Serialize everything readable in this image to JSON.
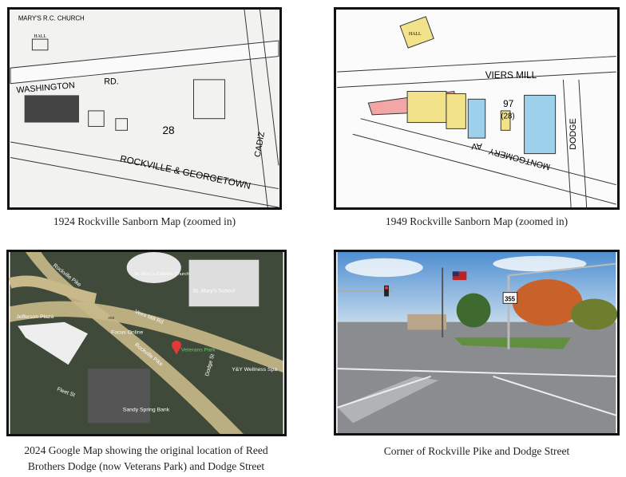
{
  "figures": [
    {
      "caption": "1924 Rockville Sanborn Map (zoomed in)",
      "labels": {
        "church": "MARY'S R.C. CHURCH",
        "road1": "WASHINGTON",
        "road1b": "RD.",
        "road2": "ROCKVILLE & GEORGETOWN",
        "cross": "CADIZ",
        "block": "28",
        "hall": "HALL"
      }
    },
    {
      "caption": "1949 Rockville Sanborn Map (zoomed in)",
      "labels": {
        "road1": "VIERS MILL",
        "road2": "MONTGOMERY",
        "road2b": "AV",
        "cross": "DODGE",
        "num1": "97",
        "num2": "(28)",
        "hall": "HALL"
      }
    },
    {
      "caption_line1": "2024 Google Map showing the original location of Reed",
      "caption_line2": "Brothers Dodge (now Veterans Park) and Dodge Street",
      "labels": {
        "pike1": "Rockville Pike",
        "pike2": "Rockville Pike",
        "veirs": "Veirs Mill Rd",
        "plaza": "Jefferson Plaza",
        "focus": "Focus Online",
        "park": "Veterans Park",
        "dodge": "Dodge St",
        "spa": "Y&Y Wellness Spa",
        "bank": "Sandy Spring Bank",
        "fleet": "Fleet St",
        "school": "St. Mary's School",
        "church": "St. Mary's Catholic Church",
        "route": "355"
      }
    },
    {
      "caption": "Corner of Rockville Pike and Dodge Street",
      "labels": {
        "route": "355"
      }
    }
  ],
  "colors": {
    "pin": "#e53935",
    "road": "#c9b98a",
    "sky": "#6fa3d8",
    "tree": "#c8612a"
  }
}
